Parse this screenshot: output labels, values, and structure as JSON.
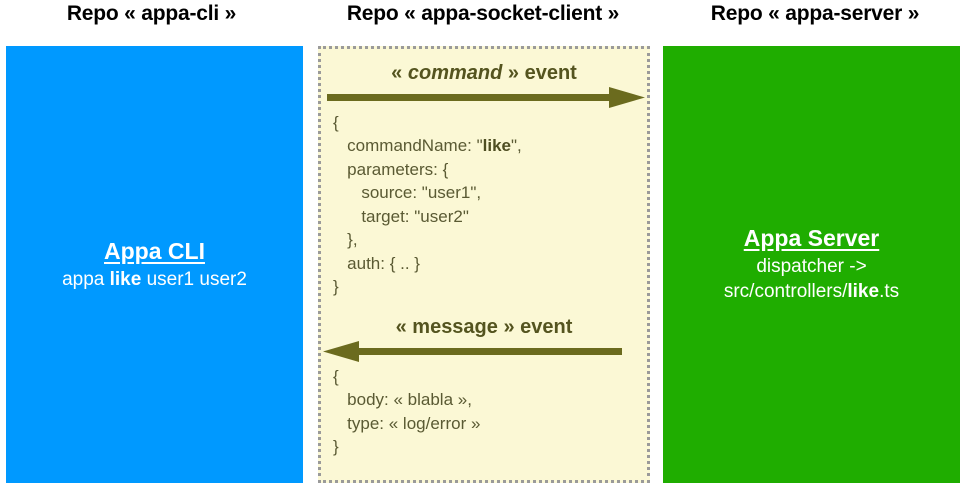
{
  "columns": {
    "cli_title": "Repo « appa-cli »",
    "socket_title": "Repo « appa-socket-client »",
    "server_title": "Repo « appa-server »"
  },
  "cli_panel": {
    "title": "Appa CLI",
    "command_prefix": "appa ",
    "command_bold": "like",
    "command_suffix": " user1 user2",
    "background_color": "#0099FF",
    "text_color": "#FFFFFF"
  },
  "server_panel": {
    "title": "Appa Server",
    "line1": "dispatcher -> src/",
    "line2_prefix": "controllers/",
    "line2_bold": "like",
    "line2_suffix": ".ts",
    "background_color": "#1FAD00",
    "text_color": "#FFFFFF"
  },
  "socket_panel": {
    "background_color": "#FBF8D5",
    "border_color": "#9A9A9A",
    "arrow_color": "#6B6B1E",
    "heading_color": "#54541F",
    "code_color": "#5A5A33",
    "command_event": {
      "quote_open": "« ",
      "name": "command",
      "quote_close": " » ",
      "suffix": "event",
      "direction": "right",
      "code_lines": [
        "{",
        "   commandName: \"",
        "\",",
        "   parameters: {",
        "      source: \"user1\",",
        "      target: \"user2\"",
        "   },",
        "   auth: { .. }",
        "}"
      ],
      "code_before": "{\n   commandName: \"",
      "code_bold": "like",
      "code_after": "\",\n   parameters: {\n      source: \"user1\",\n      target: \"user2\"\n   },\n   auth: { .. }\n}"
    },
    "message_event": {
      "quote_open": "« ",
      "name": "message",
      "quote_close": " » ",
      "suffix": "event",
      "direction": "left",
      "code": "{\n   body: « blabla »,\n   type: « log/error »\n}"
    }
  }
}
